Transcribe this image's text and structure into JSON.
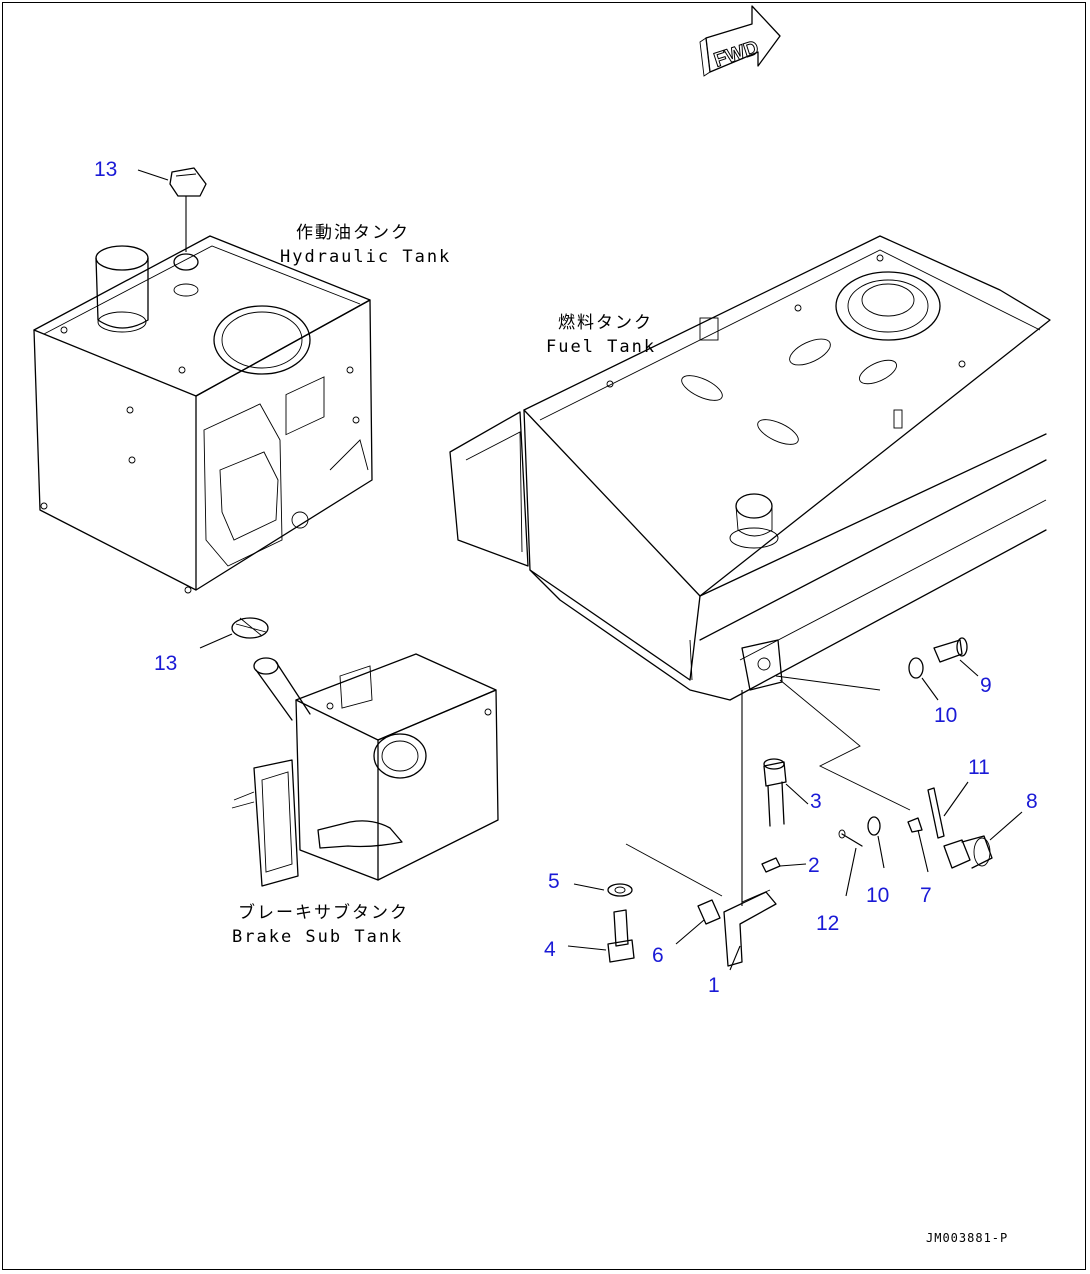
{
  "forward_arrow": {
    "text": "FWD"
  },
  "components": {
    "hydraulic_tank": {
      "jp": "作動油タンク",
      "en": "Hydraulic Tank"
    },
    "fuel_tank": {
      "jp": "燃料タンク",
      "en": "Fuel Tank"
    },
    "brake_sub_tank": {
      "jp": "ブレーキサブタンク",
      "en": "Brake Sub Tank"
    }
  },
  "callouts": {
    "c13a": "13",
    "c13b": "13",
    "c9": "9",
    "c10a": "10",
    "c11": "11",
    "c3": "3",
    "c8": "8",
    "c2": "2",
    "c5": "5",
    "c10b": "10",
    "c7": "7",
    "c12": "12",
    "c4": "4",
    "c6": "6",
    "c1": "1"
  },
  "document_id": "JM003881-P",
  "colors": {
    "callout": "#1a1ad6",
    "line": "#000000",
    "background": "#ffffff"
  }
}
